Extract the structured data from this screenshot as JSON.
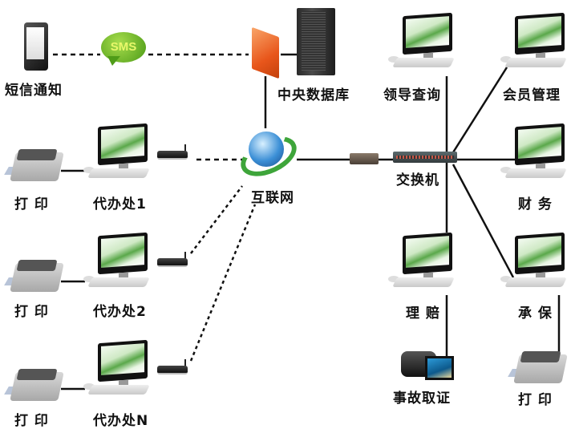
{
  "diagram": {
    "title": "",
    "nodes": {
      "sms_notify": {
        "label": "短信通知",
        "icon": "mobile-phone-icon"
      },
      "sms_bubble": {
        "text": "SMS",
        "icon": "sms-bubble-icon"
      },
      "firewall": {
        "icon": "firewall-icon"
      },
      "central_db": {
        "label": "中央数据库",
        "icon": "server-rack-icon"
      },
      "internet": {
        "label": "互联网",
        "icon": "globe-icon"
      },
      "switch": {
        "label": "交换机",
        "icon": "network-switch-icon"
      },
      "leader_query": {
        "label": "领导查询",
        "icon": "desktop-pc-icon"
      },
      "member_mgmt": {
        "label": "会员管理",
        "icon": "desktop-pc-icon"
      },
      "finance": {
        "label": "财 务",
        "icon": "desktop-pc-icon"
      },
      "claims": {
        "label": "理 赔",
        "icon": "desktop-pc-icon"
      },
      "underwriting": {
        "label": "承 保",
        "icon": "desktop-pc-icon"
      },
      "accident_evidence": {
        "label": "事故取证",
        "icon": "camcorder-icon"
      },
      "print_right": {
        "label": "打 印",
        "icon": "printer-icon"
      },
      "agency1": {
        "label": "代办处1",
        "icon": "desktop-pc-icon"
      },
      "agency2": {
        "label": "代办处2",
        "icon": "desktop-pc-icon"
      },
      "agencyN": {
        "label": "代办处N",
        "icon": "desktop-pc-icon"
      },
      "print1": {
        "label": "打 印",
        "icon": "printer-icon"
      },
      "print2": {
        "label": "打 印",
        "icon": "printer-icon"
      },
      "print3": {
        "label": "打 印",
        "icon": "printer-icon"
      },
      "router1": {
        "icon": "wireless-router-icon"
      },
      "router2": {
        "icon": "wireless-router-icon"
      },
      "router3": {
        "icon": "wireless-router-icon"
      }
    },
    "links": [
      {
        "from": "sms_notify",
        "to": "sms_bubble",
        "style": "dashed"
      },
      {
        "from": "sms_bubble",
        "to": "firewall",
        "style": "dashed"
      },
      {
        "from": "firewall",
        "to": "central_db",
        "style": "solid"
      },
      {
        "from": "firewall",
        "to": "internet",
        "style": "solid"
      },
      {
        "from": "internet",
        "to": "switch",
        "style": "solid"
      },
      {
        "from": "switch",
        "to": "leader_query",
        "style": "solid"
      },
      {
        "from": "switch",
        "to": "member_mgmt",
        "style": "solid"
      },
      {
        "from": "switch",
        "to": "finance",
        "style": "solid"
      },
      {
        "from": "switch",
        "to": "claims",
        "style": "solid"
      },
      {
        "from": "switch",
        "to": "underwriting",
        "style": "solid"
      },
      {
        "from": "claims",
        "to": "accident_evidence",
        "style": "solid"
      },
      {
        "from": "underwriting",
        "to": "print_right",
        "style": "solid"
      },
      {
        "from": "internet",
        "to": "router1",
        "style": "dashed"
      },
      {
        "from": "internet",
        "to": "router2",
        "style": "dashed"
      },
      {
        "from": "internet",
        "to": "router3",
        "style": "dashed"
      },
      {
        "from": "print1",
        "to": "agency1",
        "style": "solid"
      },
      {
        "from": "print2",
        "to": "agency2",
        "style": "solid"
      },
      {
        "from": "print3",
        "to": "agencyN",
        "style": "solid"
      }
    ]
  }
}
